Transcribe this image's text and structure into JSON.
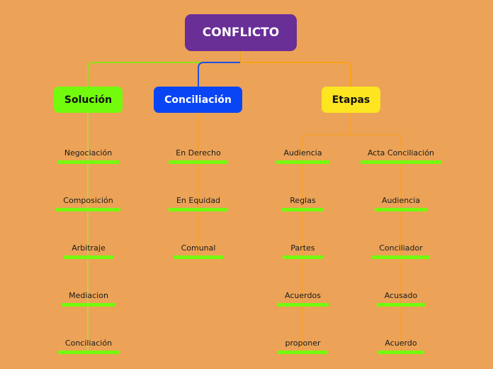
{
  "root": {
    "label": "CONFLICTO"
  },
  "branches": [
    {
      "label": "Solución",
      "children": [
        "Negociación",
        "Composición",
        "Arbitraje",
        "Mediacion",
        "Conciliación"
      ]
    },
    {
      "label": "Conciliación",
      "children": [
        "En Derecho",
        "En Equidad",
        "Comunal"
      ]
    },
    {
      "label": "Etapas",
      "groups": [
        {
          "label": "Audiencia",
          "children": [
            "Reglas",
            "Partes",
            "Acuerdos",
            "proponer"
          ]
        },
        {
          "label": "Acta Conciliación",
          "children": [
            "Audiencia",
            "Conciliador",
            "Acusado",
            "Acuerdo"
          ]
        }
      ]
    }
  ],
  "colors": {
    "background": "#eca357",
    "root": "#6a2e97",
    "solucion": "#73fb0e",
    "conciliacion": "#0a45f5",
    "etapas": "#fde51f",
    "leaf_underline": "#73fb0e",
    "connector_orange": "#f7a11a"
  }
}
